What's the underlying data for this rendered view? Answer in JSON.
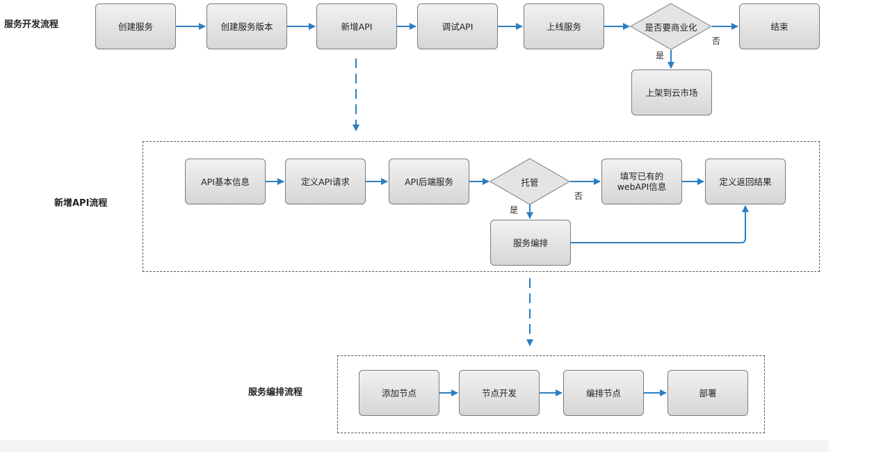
{
  "lanes": {
    "dev": "服务开发流程",
    "api": "新增API流程",
    "orch": "服务编排流程"
  },
  "dev_flow": {
    "create_service": "创建服务",
    "create_version": "创建服务版本",
    "add_api": "新增API",
    "debug_api": "调试API",
    "go_online": "上线服务",
    "commercialize_q": "是否要商业化",
    "end": "结束",
    "publish_market": "上架到云市场",
    "yes": "是",
    "no": "否"
  },
  "api_flow": {
    "basic_info": "API基本信息",
    "define_request": "定义API请求",
    "backend_service": "API后端服务",
    "hosted_q": "托管",
    "fill_webapi_line1": "填写已有的",
    "fill_webapi_line2": "webAPI信息",
    "define_result": "定义返回结果",
    "orchestration": "服务编排",
    "yes": "是",
    "no": "否"
  },
  "orch_flow": {
    "add_node": "添加节点",
    "node_dev": "节点开发",
    "edit_node": "编排节点",
    "deploy": "部署"
  },
  "colors": {
    "arrow": "#2b7ec1",
    "box_top": "#f1f1f1",
    "box_bottom": "#d6d6d6",
    "border": "#7a7a7a"
  }
}
